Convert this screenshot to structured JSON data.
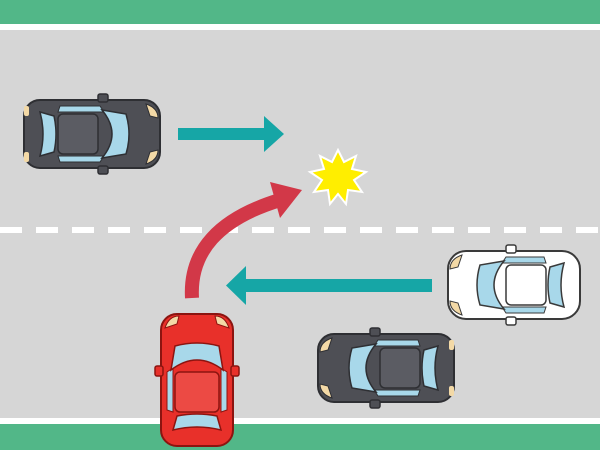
{
  "scene": {
    "description_free": true,
    "colors": {
      "grass": "#52b788",
      "road": "#d6d6d6",
      "road_edge": "#ffffff",
      "lane_marking": "#ffffff",
      "flow_arrow": "#16a6a6",
      "turn_arrow": "#d23848",
      "impact_burst": "#ffee00",
      "car_gray": "#4e4f55",
      "car_white": "#ffffff",
      "car_red": "#e8302a",
      "glass": "#a8d8ea",
      "headlight": "#f3d9a6"
    },
    "icons": {
      "impact": "collision-burst-icon",
      "flow": "right-arrow-icon",
      "oncoming": "left-arrow-icon",
      "turn": "curved-turn-arrow-icon"
    },
    "vehicles": [
      {
        "role": "eastbound-car",
        "color": "gray",
        "heading": "east"
      },
      {
        "role": "westbound-car-front",
        "color": "white",
        "heading": "west"
      },
      {
        "role": "westbound-car-rear",
        "color": "gray",
        "heading": "west"
      },
      {
        "role": "turning-car",
        "color": "red",
        "heading": "north"
      }
    ]
  }
}
